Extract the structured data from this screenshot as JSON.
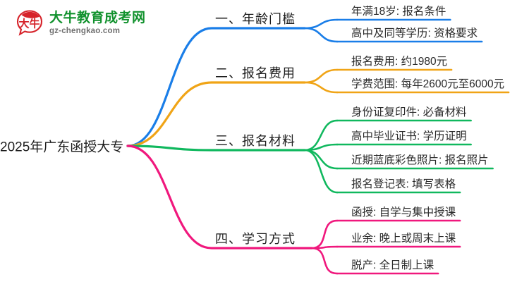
{
  "logo": {
    "mark_text": "大牛",
    "title": "大牛教育成考网",
    "url": "gz-chengkao.com",
    "brand_green": "#12922e",
    "brand_red": "#d6232a"
  },
  "mindmap": {
    "root": {
      "label": "2025年广东函授大专"
    },
    "branches": [
      {
        "label": "一、年龄门槛",
        "color": "#1a7ee8",
        "children": [
          {
            "label": "年满18岁: 报名条件"
          },
          {
            "label": "高中及同等学历: 资格要求"
          }
        ]
      },
      {
        "label": "二、报名费用",
        "color": "#f0a416",
        "children": [
          {
            "label": "报名费用: 约1980元"
          },
          {
            "label": "学费范围: 每年2600元至6000元"
          }
        ]
      },
      {
        "label": "三、报名材料",
        "color": "#10b85e",
        "children": [
          {
            "label": "身份证复印件: 必备材料"
          },
          {
            "label": "高中毕业证书: 学历证明"
          },
          {
            "label": "近期蓝底彩色照片: 报名照片"
          },
          {
            "label": "报名登记表: 填写表格"
          }
        ]
      },
      {
        "label": "四、学习方式",
        "color": "#f0187d",
        "children": [
          {
            "label": "函授: 自学与集中授课"
          },
          {
            "label": "业余: 晚上或周末上课"
          },
          {
            "label": "脱产: 全日制上课"
          }
        ]
      }
    ]
  }
}
